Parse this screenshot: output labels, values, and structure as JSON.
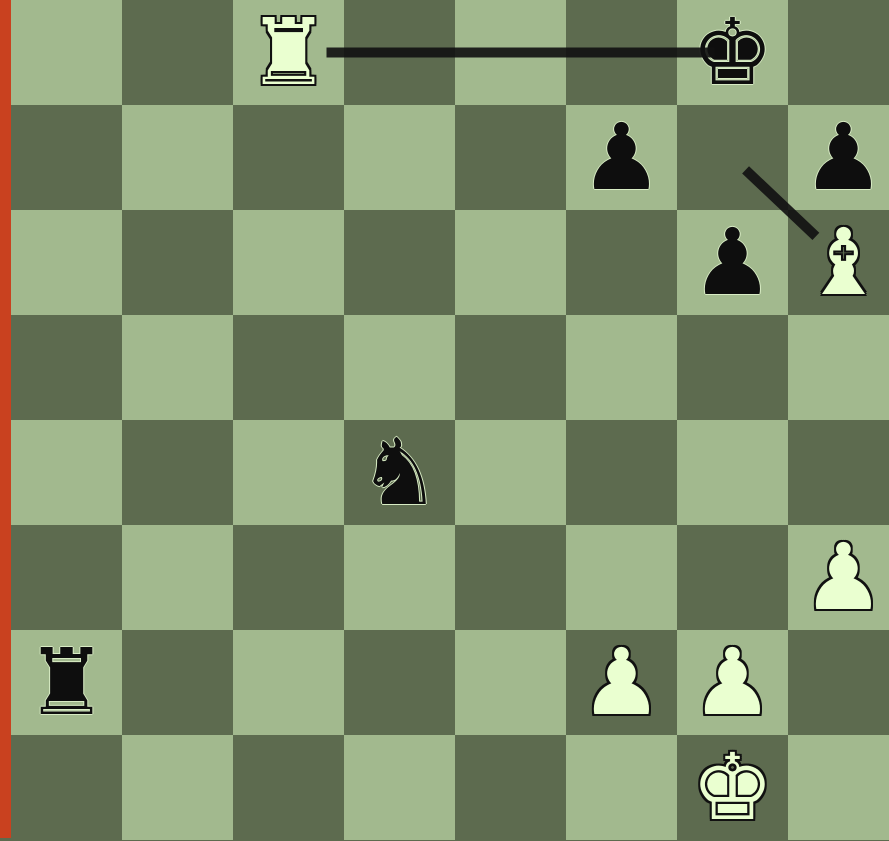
{
  "board": {
    "orientation": "white-bottom",
    "files": [
      "a",
      "b",
      "c",
      "d",
      "e",
      "f",
      "g",
      "h"
    ],
    "ranks": [
      8,
      7,
      6,
      5,
      4,
      3,
      2,
      1
    ],
    "colors": {
      "light": "#a2b98e",
      "dark": "#5d6b4f",
      "white_piece": "#eaffd0",
      "black_piece": "#0e0e0e",
      "edge": "#c9411f"
    },
    "pieces": [
      {
        "square": "c8",
        "color": "white",
        "type": "rook",
        "glyph": "♜",
        "icon": "white-rook-icon"
      },
      {
        "square": "g8",
        "color": "black",
        "type": "king",
        "glyph": "♚",
        "icon": "black-king-icon"
      },
      {
        "square": "f7",
        "color": "black",
        "type": "pawn",
        "glyph": "♟",
        "icon": "black-pawn-icon"
      },
      {
        "square": "h7",
        "color": "black",
        "type": "pawn",
        "glyph": "♟",
        "icon": "black-pawn-icon"
      },
      {
        "square": "g6",
        "color": "black",
        "type": "pawn",
        "glyph": "♟",
        "icon": "black-pawn-icon"
      },
      {
        "square": "h6",
        "color": "white",
        "type": "bishop",
        "glyph": "♝",
        "icon": "white-bishop-icon"
      },
      {
        "square": "d4",
        "color": "black",
        "type": "knight",
        "glyph": "♞",
        "icon": "black-knight-icon"
      },
      {
        "square": "h3",
        "color": "white",
        "type": "pawn",
        "glyph": "♟",
        "icon": "white-pawn-icon"
      },
      {
        "square": "a2",
        "color": "black",
        "type": "rook",
        "glyph": "♜",
        "icon": "black-rook-icon"
      },
      {
        "square": "f2",
        "color": "white",
        "type": "pawn",
        "glyph": "♟",
        "icon": "white-pawn-icon"
      },
      {
        "square": "g2",
        "color": "white",
        "type": "pawn",
        "glyph": "♟",
        "icon": "white-pawn-icon"
      },
      {
        "square": "g1",
        "color": "white",
        "type": "king",
        "glyph": "♚",
        "icon": "white-king-icon"
      }
    ],
    "arrows": [
      {
        "from": "c8",
        "to": "g8",
        "color": "#111111"
      },
      {
        "from": "h6",
        "to": "g7",
        "color": "#111111"
      }
    ]
  }
}
